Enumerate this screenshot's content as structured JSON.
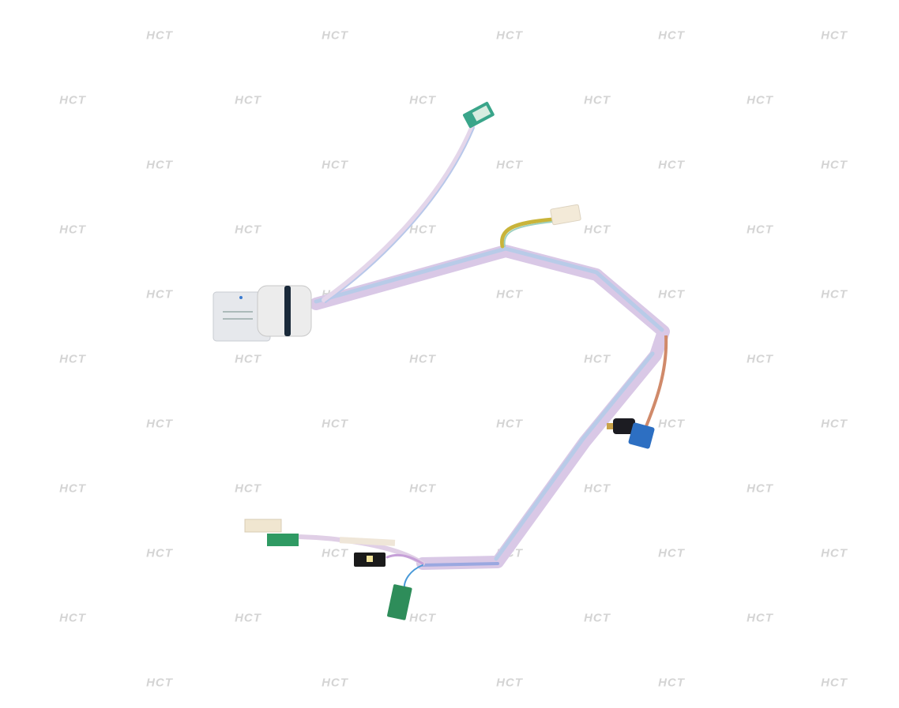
{
  "image": {
    "subject": "automotive transmission wiring harness with connectors",
    "background_color": "#ffffff"
  },
  "watermark": {
    "text": "HCT",
    "color": "#d4d4d4",
    "rows_y": [
      45,
      127,
      209,
      291,
      373,
      455,
      537,
      619,
      701,
      783,
      865
    ],
    "odd_row_x": [
      202,
      424,
      645,
      850,
      1056
    ],
    "even_row_x": [
      92,
      314,
      535,
      756,
      962
    ]
  },
  "harness": {
    "sheath_color": "#d9c8e6",
    "sheath_highlight": "#b8cbe8",
    "main_connector": {
      "label": "round-body-plug",
      "color": "#e6e6e6",
      "seal_color": "#1a2a3a"
    },
    "connectors": [
      {
        "name": "green-connector-top",
        "color": "#3aa58a"
      },
      {
        "name": "white-connector-upper",
        "color": "#f3ead8"
      },
      {
        "name": "blue-sensor-connector",
        "color": "#2d6fc2"
      },
      {
        "name": "white-connector-lower",
        "color": "#f0e6d0"
      },
      {
        "name": "green-connector-small",
        "color": "#2f9a63"
      },
      {
        "name": "black-connector",
        "color": "#1a1a1a"
      },
      {
        "name": "green-connector-bottom",
        "color": "#2e8d5a"
      }
    ]
  }
}
